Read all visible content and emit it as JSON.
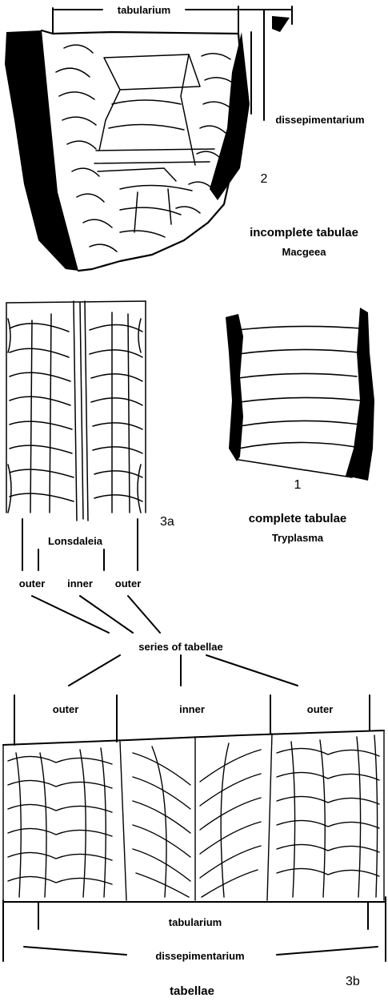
{
  "fig2": {
    "label_tabularium": "tabularium",
    "label_dissepimentarium": "dissepimentarium",
    "number": "2",
    "caption": "incomplete tabulae",
    "genus": "Macgeea"
  },
  "fig1": {
    "number": "1",
    "caption": "complete tabulae",
    "genus": "Tryplasma"
  },
  "fig3a": {
    "number": "3a",
    "genus": "Lonsdaleia",
    "series_labels": [
      "outer",
      "inner",
      "outer"
    ]
  },
  "shared": {
    "series_title": "series of tabellae"
  },
  "fig3b": {
    "series_labels": [
      "outer",
      "inner",
      "outer"
    ],
    "label_tabularium": "tabularium",
    "label_dissepimentarium": "dissepimentarium",
    "number": "3b",
    "caption": "tabellae"
  }
}
